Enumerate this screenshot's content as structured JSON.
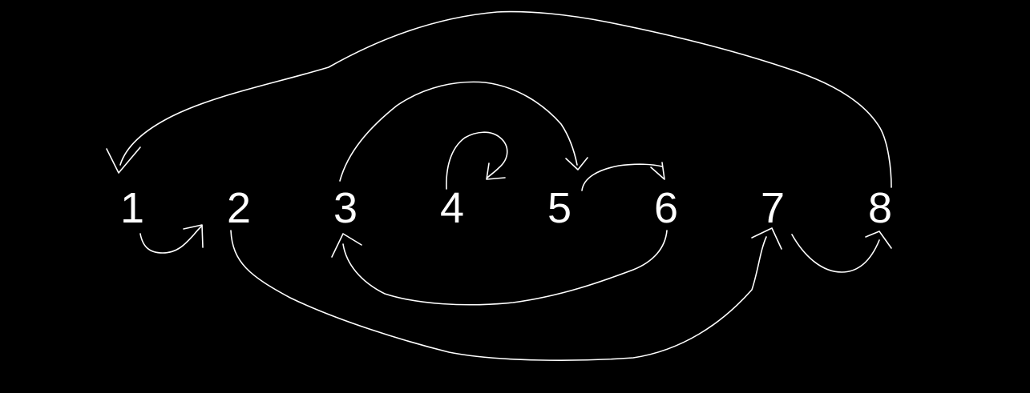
{
  "diagram": {
    "background_color": "#000000",
    "stroke_color": "#ffffff",
    "nodes": [
      {
        "label": "1"
      },
      {
        "label": "2"
      },
      {
        "label": "3"
      },
      {
        "label": "4"
      },
      {
        "label": "5"
      },
      {
        "label": "6"
      },
      {
        "label": "7"
      },
      {
        "label": "8"
      }
    ],
    "edges": [
      {
        "from": "1",
        "to": "2"
      },
      {
        "from": "2",
        "to": "7"
      },
      {
        "from": "3",
        "to": "5"
      },
      {
        "from": "4",
        "to": "4"
      },
      {
        "from": "5",
        "to": "6"
      },
      {
        "from": "6",
        "to": "3"
      },
      {
        "from": "7",
        "to": "8"
      },
      {
        "from": "8",
        "to": "1"
      }
    ]
  }
}
